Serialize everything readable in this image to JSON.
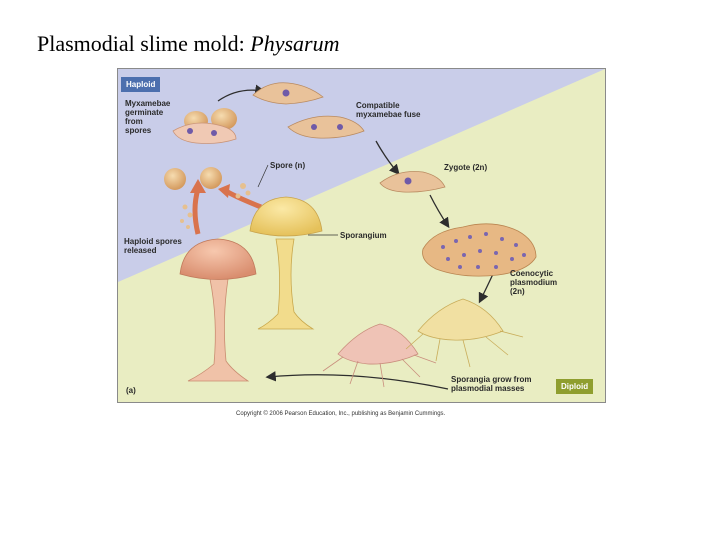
{
  "slide": {
    "title_prefix": "Plasmodial slime mold: ",
    "title_italic": "Physarum"
  },
  "figure": {
    "haploid_tag": "Haploid",
    "diploid_tag": "Diploid",
    "panel_letter": "(a)",
    "labels": {
      "myxamebae_germinate": "Myxamebae\ngerminate\nfrom\nspores",
      "compatible_fuse": "Compatible\nmyxamebae fuse",
      "spore": "Spore (n)",
      "zygote": "Zygote (2n)",
      "sporangium": "Sporangium",
      "haploid_spores_released": "Haploid spores\nreleased",
      "coenocytic_plasmodium": "Coenocytic\nplasmodium\n(2n)",
      "sporangia_grow": "Sporangia grow from\nplasmodial masses"
    },
    "copyright": "Copyright © 2006 Pearson Education, Inc., publishing as Benjamin Cummings."
  },
  "colors": {
    "haploid_bg": "#c9cde9",
    "diploid_bg": "#e9edc2",
    "haploid_tag_bg": "#4c6fae",
    "diploid_tag_bg": "#8f9e2e"
  }
}
